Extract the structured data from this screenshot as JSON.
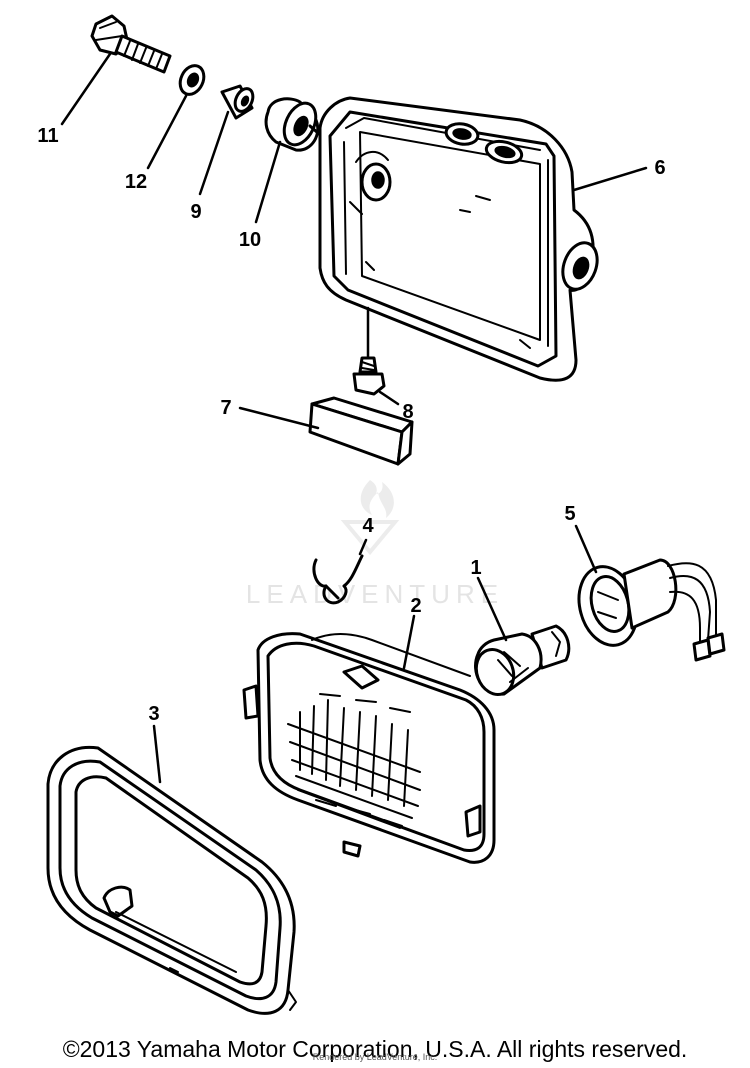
{
  "watermark": {
    "text": "LEADVENTURE"
  },
  "callouts": [
    {
      "id": "11",
      "label": "11"
    },
    {
      "id": "12",
      "label": "12"
    },
    {
      "id": "9",
      "label": "9"
    },
    {
      "id": "10",
      "label": "10"
    },
    {
      "id": "6",
      "label": "6"
    },
    {
      "id": "7",
      "label": "7"
    },
    {
      "id": "8",
      "label": "8"
    },
    {
      "id": "4",
      "label": "4"
    },
    {
      "id": "5",
      "label": "5"
    },
    {
      "id": "1",
      "label": "1"
    },
    {
      "id": "2",
      "label": "2"
    },
    {
      "id": "3",
      "label": "3"
    }
  ],
  "footer": {
    "copyright": "©2013 Yamaha Motor Corporation, U.S.A. All rights reserved.",
    "rendered_by": "Rendered by LeadVenture, Inc."
  }
}
